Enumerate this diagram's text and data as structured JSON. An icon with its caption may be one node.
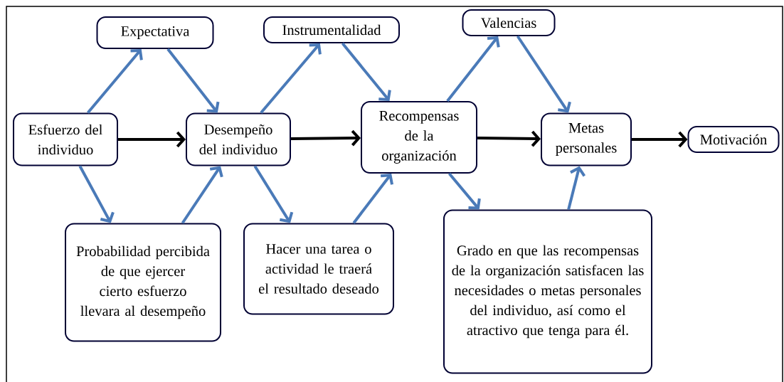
{
  "diagram": {
    "nodes": [
      {
        "text": [
          "Expectativa"
        ]
      },
      {
        "text": [
          "Instrumentalidad"
        ]
      },
      {
        "text": [
          "Valencias"
        ]
      },
      {
        "text": [
          "Esfuerzo del individuo"
        ]
      },
      {
        "text": [
          "Desempeño del individuo"
        ]
      },
      {
        "text": [
          "Recompensas de la organización"
        ]
      },
      {
        "text": [
          "Metas personales"
        ]
      },
      {
        "text": [
          "Motivación"
        ]
      },
      {
        "text": [
          "Probabilidad percibida de que ejercer cierto esfuerzo llevara al desempeño"
        ]
      },
      {
        "text": [
          "Hacer una tarea o actividad le traerá el resultado deseado"
        ]
      },
      {
        "text": [
          "Grado en que las recompensas de la organización satisfacen las necesidades o metas personales del individuo, así como el atractivo que tenga para él."
        ]
      }
    ],
    "edges": [
      {
        "from": 3,
        "to": 0,
        "arrow": "to"
      },
      {
        "from": 0,
        "to": 4,
        "arrow": "to"
      },
      {
        "from": 3,
        "to": 8,
        "arrow": "to"
      },
      {
        "from": 8,
        "to": 4,
        "arrow": "to"
      },
      {
        "from": 3,
        "to": 4,
        "arrow": "to",
        "color": "#000000"
      },
      {
        "from": 4,
        "to": 1,
        "arrow": "to"
      },
      {
        "from": 1,
        "to": 5,
        "arrow": "to"
      },
      {
        "from": 4,
        "to": 9,
        "arrow": "to"
      },
      {
        "from": 9,
        "to": 5,
        "arrow": "to"
      },
      {
        "from": 4,
        "to": 5,
        "arrow": "to",
        "color": "#000000"
      },
      {
        "from": 5,
        "to": 2,
        "arrow": "to"
      },
      {
        "from": 2,
        "to": 6,
        "arrow": "to"
      },
      {
        "from": 5,
        "to": 10,
        "arrow": "to"
      },
      {
        "from": 10,
        "to": 6,
        "arrow": "to"
      },
      {
        "from": 5,
        "to": 6,
        "arrow": "to",
        "color": "#000000"
      },
      {
        "from": 6,
        "to": 7,
        "arrow": "to",
        "color": "#000000"
      }
    ]
  }
}
